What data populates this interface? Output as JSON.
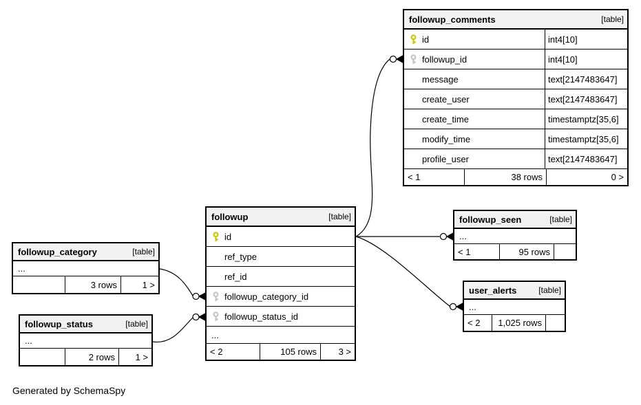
{
  "note": "Generated by SchemaSpy",
  "colors": {
    "pk_key": "#c9c900",
    "fk_key": "#c4c4c4",
    "header_bg": "#f2f2f2",
    "line": "#000000"
  },
  "tables": {
    "followup_comments": {
      "name": "followup_comments",
      "tag": "[table]",
      "columns": [
        {
          "name": "id",
          "type": "int4[10]",
          "key": "pk"
        },
        {
          "name": "followup_id",
          "type": "int4[10]",
          "key": "fk"
        },
        {
          "name": "message",
          "type": "text[2147483647]",
          "key": ""
        },
        {
          "name": "create_user",
          "type": "text[2147483647]",
          "key": ""
        },
        {
          "name": "create_time",
          "type": "timestamptz[35,6]",
          "key": ""
        },
        {
          "name": "modify_time",
          "type": "timestamptz[35,6]",
          "key": ""
        },
        {
          "name": "profile_user",
          "type": "text[2147483647]",
          "key": ""
        }
      ],
      "footer": {
        "prev": "< 1",
        "rows": "38 rows",
        "next": "0 >"
      }
    },
    "followup": {
      "name": "followup",
      "tag": "[table]",
      "columns": [
        {
          "name": "id",
          "key": "pk"
        },
        {
          "name": "ref_type",
          "key": ""
        },
        {
          "name": "ref_id",
          "key": ""
        },
        {
          "name": "followup_category_id",
          "key": "fk"
        },
        {
          "name": "followup_status_id",
          "key": "fk"
        }
      ],
      "ellipsis": "...",
      "footer": {
        "prev": "< 2",
        "rows": "105 rows",
        "next": "3 >"
      }
    },
    "followup_category": {
      "name": "followup_category",
      "tag": "[table]",
      "ellipsis": "...",
      "footer": {
        "prev": "",
        "rows": "3 rows",
        "next": "1 >"
      }
    },
    "followup_status": {
      "name": "followup_status",
      "tag": "[table]",
      "ellipsis": "...",
      "footer": {
        "prev": "",
        "rows": "2 rows",
        "next": "1 >"
      }
    },
    "followup_seen": {
      "name": "followup_seen",
      "tag": "[table]",
      "ellipsis": "...",
      "footer": {
        "prev": "< 1",
        "rows": "95 rows",
        "next": ""
      }
    },
    "user_alerts": {
      "name": "user_alerts",
      "tag": "[table]",
      "ellipsis": "...",
      "footer": {
        "prev": "< 2",
        "rows": "1,025 rows",
        "next": ""
      }
    }
  },
  "relationships": [
    {
      "from": "followup.id",
      "to": "followup_comments.followup_id"
    },
    {
      "from": "followup.id",
      "to": "followup_seen"
    },
    {
      "from": "followup.id",
      "to": "user_alerts"
    },
    {
      "from": "followup_category",
      "to": "followup.followup_category_id"
    },
    {
      "from": "followup_status",
      "to": "followup.followup_status_id"
    }
  ]
}
